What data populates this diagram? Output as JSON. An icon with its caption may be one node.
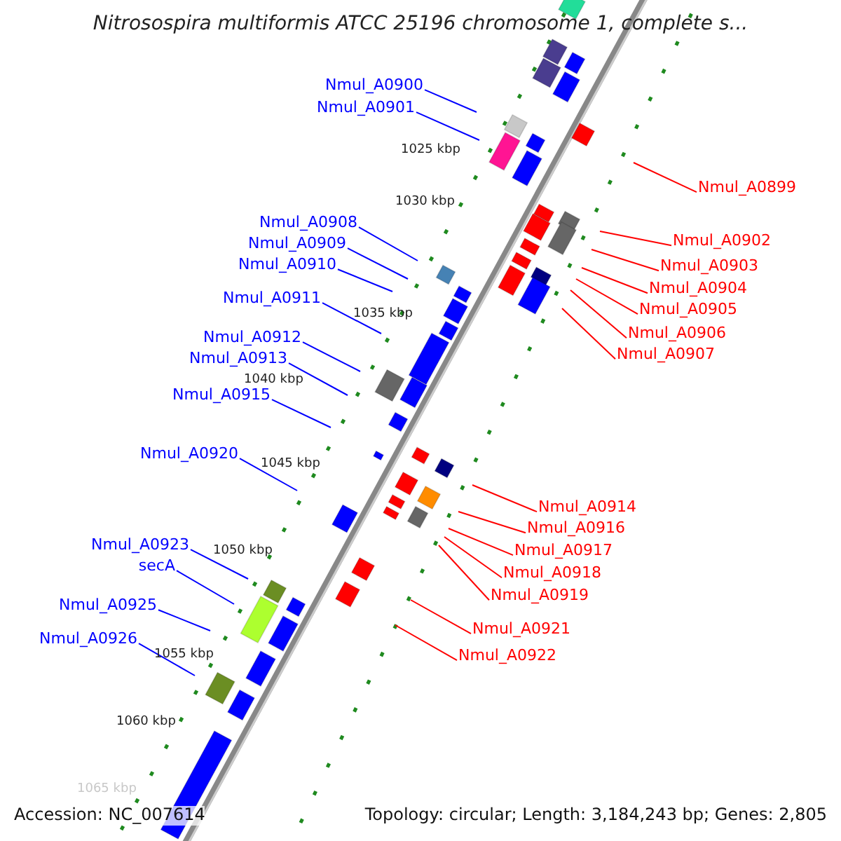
{
  "diagram": {
    "title": "Nitrosospira multiformis ATCC 25196 chromosome 1, complete s...",
    "nodes": [
      {
        "text": [
          "Nmul_A0900"
        ]
      },
      {
        "text": [
          "Nmul_A0901"
        ]
      },
      {
        "text": [
          "Nmul_A0899"
        ]
      },
      {
        "text": [
          "Nmul_A0908"
        ]
      },
      {
        "text": [
          "Nmul_A0902"
        ]
      },
      {
        "text": [
          "Nmul_A0909"
        ]
      },
      {
        "text": [
          "Nmul_A0910"
        ]
      },
      {
        "text": [
          "Nmul_A0903"
        ]
      },
      {
        "text": [
          "Nmul_A0904"
        ]
      },
      {
        "text": [
          "Nmul_A0911"
        ]
      },
      {
        "text": [
          "Nmul_A0905"
        ]
      },
      {
        "text": [
          "Nmul_A0906"
        ]
      },
      {
        "text": [
          "Nmul_A0912"
        ]
      },
      {
        "text": [
          "Nmul_A0907"
        ]
      },
      {
        "text": [
          "Nmul_A0913"
        ]
      },
      {
        "text": [
          "Nmul_A0915"
        ]
      },
      {
        "text": [
          "Nmul_A0920"
        ]
      },
      {
        "text": [
          "Nmul_A0914"
        ]
      },
      {
        "text": [
          "Nmul_A0916"
        ]
      },
      {
        "text": [
          "Nmul_A0923"
        ]
      },
      {
        "text": [
          "Nmul_A0917"
        ]
      },
      {
        "text": [
          "secA"
        ]
      },
      {
        "text": [
          "Nmul_A0918"
        ]
      },
      {
        "text": [
          "Nmul_A0919"
        ]
      },
      {
        "text": [
          "Nmul_A0925"
        ]
      },
      {
        "text": [
          "Nmul_A0921"
        ]
      },
      {
        "text": [
          "Nmul_A0926"
        ]
      },
      {
        "text": [
          "Nmul_A0922"
        ]
      }
    ],
    "edges": [
      {
        "from": 0,
        "to": null,
        "arrow": "none"
      },
      {
        "from": 1,
        "to": null,
        "arrow": "none"
      },
      {
        "from": 2,
        "to": null,
        "arrow": "none",
        "color": "#ff0000"
      },
      {
        "from": 3,
        "to": null,
        "arrow": "none"
      },
      {
        "from": 4,
        "to": null,
        "arrow": "none",
        "color": "#ff0000"
      },
      {
        "from": 5,
        "to": null,
        "arrow": "none"
      },
      {
        "from": 6,
        "to": null,
        "arrow": "none"
      },
      {
        "from": 7,
        "to": null,
        "arrow": "none",
        "color": "#ff0000"
      },
      {
        "from": 8,
        "to": null,
        "arrow": "none",
        "color": "#ff0000"
      },
      {
        "from": 9,
        "to": null,
        "arrow": "none"
      },
      {
        "from": 10,
        "to": null,
        "arrow": "none",
        "color": "#ff0000"
      },
      {
        "from": 11,
        "to": null,
        "arrow": "none",
        "color": "#ff0000"
      },
      {
        "from": 12,
        "to": null,
        "arrow": "none"
      },
      {
        "from": 13,
        "to": null,
        "arrow": "none",
        "color": "#ff0000"
      },
      {
        "from": 14,
        "to": null,
        "arrow": "none"
      },
      {
        "from": 15,
        "to": null,
        "arrow": "none"
      },
      {
        "from": 16,
        "to": null,
        "arrow": "none"
      },
      {
        "from": 17,
        "to": null,
        "arrow": "none",
        "color": "#ff0000"
      },
      {
        "from": 18,
        "to": null,
        "arrow": "none",
        "color": "#ff0000"
      },
      {
        "from": 19,
        "to": null,
        "arrow": "none"
      },
      {
        "from": 20,
        "to": null,
        "arrow": "none",
        "color": "#ff0000"
      },
      {
        "from": 21,
        "to": null,
        "arrow": "none"
      },
      {
        "from": 22,
        "to": null,
        "arrow": "none",
        "color": "#ff0000"
      },
      {
        "from": 23,
        "to": null,
        "arrow": "none",
        "color": "#ff0000"
      },
      {
        "from": 24,
        "to": null,
        "arrow": "none"
      },
      {
        "from": 25,
        "to": null,
        "arrow": "none",
        "color": "#ff0000"
      },
      {
        "from": 26,
        "to": null,
        "arrow": "none"
      },
      {
        "from": 27,
        "to": null,
        "arrow": "none",
        "color": "#ff0000"
      }
    ],
    "labels": [
      "1025 kbp",
      "1030 kbp",
      "1035 kbp",
      "1040 kbp",
      "1045 kbp",
      "1050 kbp",
      "1055 kbp",
      "1060 kbp",
      "1065 kbp",
      "Accession: NC_007614",
      "Topology: circular; Length: 3,184,243 bp; Genes: 2,805"
    ]
  }
}
